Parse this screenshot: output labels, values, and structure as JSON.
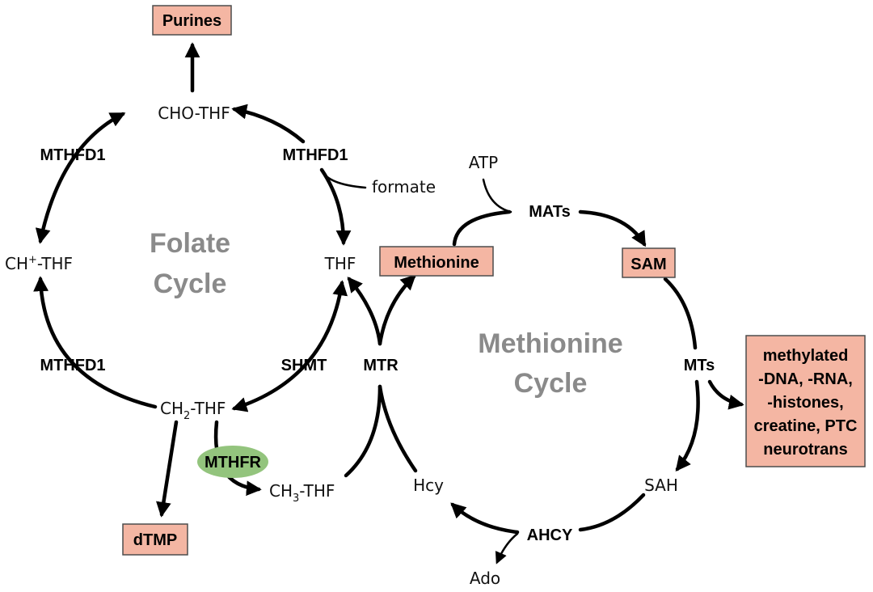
{
  "folate_cycle": {
    "title_line1": "Folate",
    "title_line2": "Cycle",
    "metabolites": {
      "cho_thf": "CHO-THF",
      "thf": "THF",
      "ch_plus_prefix": "CH",
      "ch_plus_sup": "+",
      "ch_plus_suffix": "-THF",
      "ch2_prefix": "CH",
      "ch2_sub": "2",
      "ch2_suffix": "-THF",
      "ch3_prefix": "CH",
      "ch3_sub": "3",
      "ch3_suffix": "-THF",
      "formate": "formate"
    },
    "enzymes": {
      "mthfd1_top_left": "MTHFD1",
      "mthfd1_top_right": "MTHFD1",
      "mthfd1_bottom_left": "MTHFD1",
      "shmt": "SHMT",
      "mthfr": "MTHFR"
    },
    "products": {
      "purines": "Purines",
      "dtmp": "dTMP"
    }
  },
  "methionine_cycle": {
    "title_line1": "Methionine",
    "title_line2": "Cycle",
    "metabolites": {
      "atp": "ATP",
      "sah": "SAH",
      "hcy": "Hcy",
      "ado": "Ado"
    },
    "enzymes": {
      "mats": "MATs",
      "mts": "MTs",
      "ahcy": "AHCY",
      "mtr": "MTR"
    },
    "boxes": {
      "methionine": "Methionine",
      "sam": "SAM",
      "methylated": [
        "methylated",
        "-DNA, -RNA,",
        "-histones,",
        "creatine, PTC",
        "neurotrans"
      ]
    }
  },
  "colors": {
    "box_fill": "#f4b6a3",
    "box_border": "#4d4d4d",
    "mthfr_fill": "#93c47d",
    "cycle_title": "#8a8a8a",
    "arrow": "#000000"
  }
}
